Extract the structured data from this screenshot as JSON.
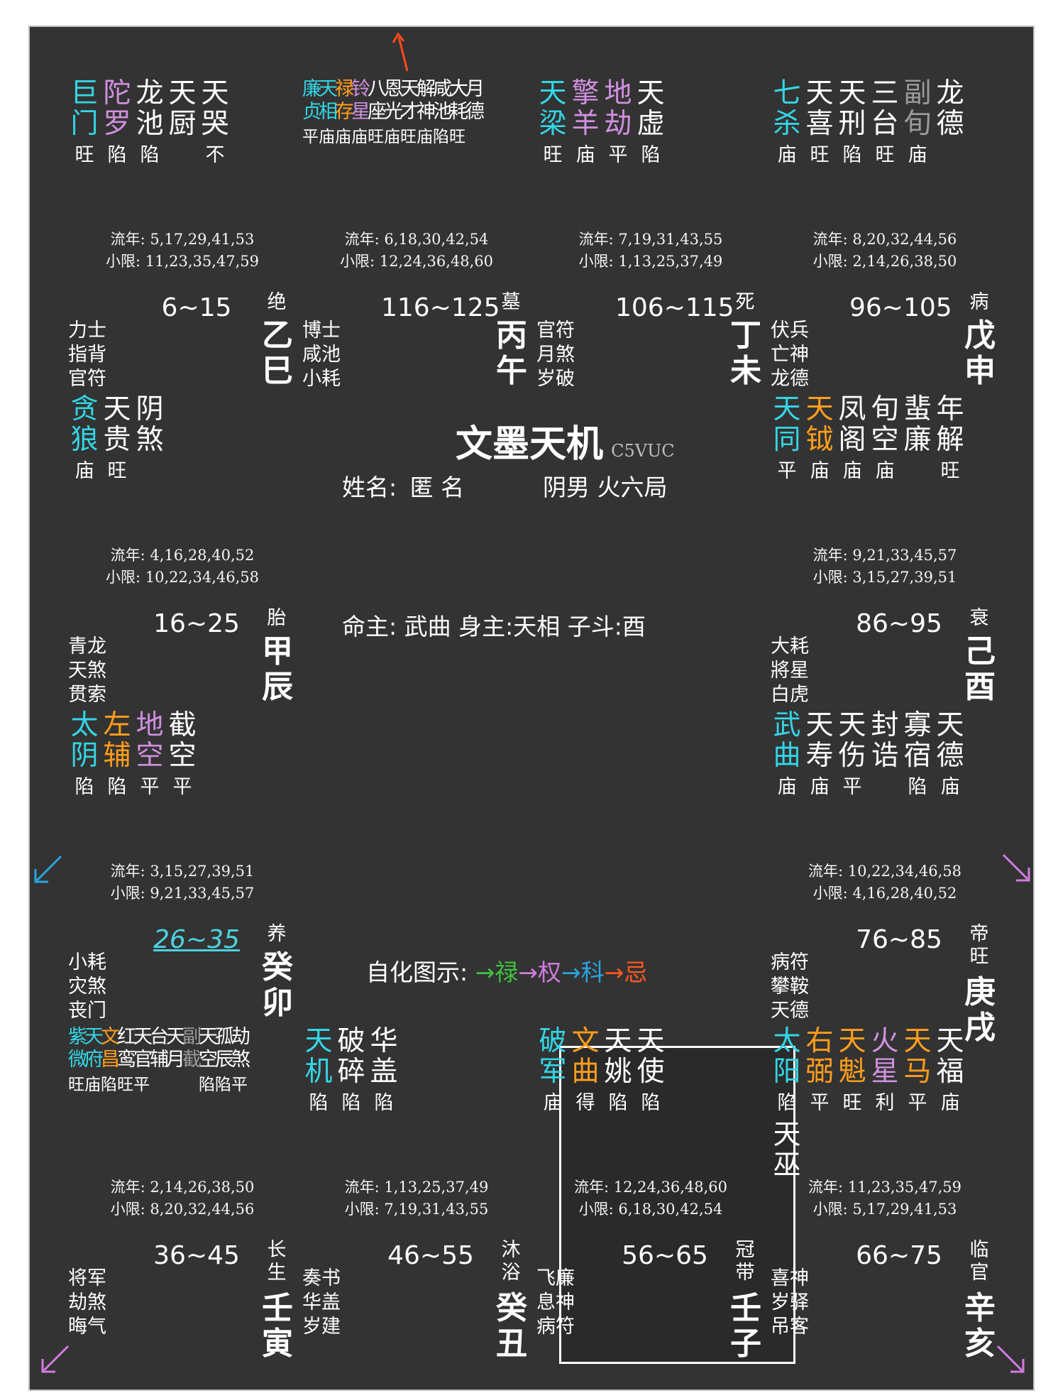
{
  "title": "文墨天机",
  "watermark": "C5VUC",
  "name_label": "姓名:",
  "name_value": "匿 名",
  "gender_bureau": "阴男 火六局",
  "master_line": "命主: 武曲 身主:天相 子斗:酉",
  "sihua_label": "自化图示:",
  "sihua_items": [
    {
      "text": "→禄",
      "color": "#3fc23f"
    },
    {
      "text": "→权",
      "color": "#d07ce0"
    },
    {
      "text": "→科",
      "color": "#2aa4e0"
    },
    {
      "text": "→忌",
      "color": "#ff5722"
    }
  ],
  "palaces": [
    {
      "id": "si",
      "stars": [
        {
          "name": "巨门",
          "color": "#33d6e6",
          "brightness": "旺"
        },
        {
          "name": "陀罗",
          "color": "#d090e0",
          "brightness": "陷"
        },
        {
          "name": "龙池",
          "color": "#ffffff",
          "brightness": "陷"
        },
        {
          "name": "天厨",
          "color": "#ffffff",
          "brightness": ""
        },
        {
          "name": "天哭",
          "color": "#ffffff",
          "brightness": "不"
        }
      ],
      "liunian": "流年: 5,17,29,41,53",
      "xiaoxian": "小限: 11,23,35,47,59",
      "range": "6~15",
      "stage": "绝",
      "stem": "乙",
      "branch": "巳",
      "gods": [
        "力士",
        "指背",
        "官符"
      ]
    },
    {
      "id": "wu",
      "compact": true,
      "stars": [
        {
          "name": "廉贞",
          "color": "#33d6e6",
          "brightness": "平"
        },
        {
          "name": "天相",
          "color": "#33d6e6",
          "brightness": "庙"
        },
        {
          "name": "禄存",
          "color": "#ff9e1b",
          "brightness": "庙"
        },
        {
          "name": "铃星",
          "color": "#d090e0",
          "brightness": "庙"
        },
        {
          "name": "八座",
          "color": "#ffffff",
          "brightness": "旺"
        },
        {
          "name": "恩光",
          "color": "#ffffff",
          "brightness": "庙"
        },
        {
          "name": "天才",
          "color": "#ffffff",
          "brightness": "旺"
        },
        {
          "name": "解神",
          "color": "#ffffff",
          "brightness": "庙"
        },
        {
          "name": "咸池",
          "color": "#ffffff",
          "brightness": "陷"
        },
        {
          "name": "大耗",
          "color": "#ffffff",
          "brightness": "旺"
        },
        {
          "name": "月德",
          "color": "#ffffff",
          "brightness": ""
        }
      ],
      "liunian": "流年: 6,18,30,42,54",
      "xiaoxian": "小限: 12,24,36,48,60",
      "range": "116~125",
      "stage": "墓",
      "stem": "丙",
      "branch": "午",
      "gods": [
        "博士",
        "咸池",
        "小耗"
      ]
    },
    {
      "id": "wei",
      "stars": [
        {
          "name": "天梁",
          "color": "#33d6e6",
          "brightness": "旺"
        },
        {
          "name": "擎羊",
          "color": "#d090e0",
          "brightness": "庙"
        },
        {
          "name": "地劫",
          "color": "#d090e0",
          "brightness": "平"
        },
        {
          "name": "天虚",
          "color": "#ffffff",
          "brightness": "陷"
        }
      ],
      "liunian": "流年: 7,19,31,43,55",
      "xiaoxian": "小限: 1,13,25,37,49",
      "range": "106~115",
      "stage": "死",
      "stem": "丁",
      "branch": "未",
      "gods": [
        "官符",
        "月煞",
        "岁破"
      ]
    },
    {
      "id": "shen",
      "stars": [
        {
          "name": "七杀",
          "color": "#33d6e6",
          "brightness": "庙"
        },
        {
          "name": "天喜",
          "color": "#ffffff",
          "brightness": "旺"
        },
        {
          "name": "天刑",
          "color": "#ffffff",
          "brightness": "陷"
        },
        {
          "name": "三台",
          "color": "#ffffff",
          "brightness": "旺"
        },
        {
          "name": "副旬",
          "color": "#9a9a9a",
          "brightness": "庙"
        },
        {
          "name": "龙德",
          "color": "#ffffff",
          "brightness": ""
        }
      ],
      "liunian": "流年: 8,20,32,44,56",
      "xiaoxian": "小限: 2,14,26,38,50",
      "range": "96~105",
      "stage": "病",
      "stem": "戊",
      "branch": "申",
      "gods": [
        "伏兵",
        "亡神",
        "龙德"
      ]
    },
    {
      "id": "chen",
      "stars": [
        {
          "name": "贪狼",
          "color": "#33d6e6",
          "brightness": "庙"
        },
        {
          "name": "天贵",
          "color": "#ffffff",
          "brightness": "旺"
        },
        {
          "name": "阴煞",
          "color": "#ffffff",
          "brightness": ""
        }
      ],
      "liunian": "流年: 4,16,28,40,52",
      "xiaoxian": "小限: 10,22,34,46,58",
      "range": "16~25",
      "stage": "胎",
      "stem": "甲",
      "branch": "辰",
      "gods": [
        "青龙",
        "天煞",
        "贯索"
      ]
    },
    {
      "id": "you",
      "stars": [
        {
          "name": "天同",
          "color": "#33d6e6",
          "brightness": "平"
        },
        {
          "name": "天钺",
          "color": "#ff9e1b",
          "brightness": "庙"
        },
        {
          "name": "凤阁",
          "color": "#ffffff",
          "brightness": "庙"
        },
        {
          "name": "旬空",
          "color": "#ffffff",
          "brightness": "庙"
        },
        {
          "name": "蜚廉",
          "color": "#ffffff",
          "brightness": ""
        },
        {
          "name": "年解",
          "color": "#ffffff",
          "brightness": "旺"
        }
      ],
      "liunian": "流年: 9,21,33,45,57",
      "xiaoxian": "小限: 3,15,27,39,51",
      "range": "86~95",
      "stage": "衰",
      "stem": "己",
      "branch": "酉",
      "gods": [
        "大耗",
        "將星",
        "白虎"
      ]
    },
    {
      "id": "mao",
      "stars": [
        {
          "name": "太阴",
          "color": "#33d6e6",
          "brightness": "陷"
        },
        {
          "name": "左辅",
          "color": "#ff9e1b",
          "brightness": "陷"
        },
        {
          "name": "地空",
          "color": "#d090e0",
          "brightness": "平"
        },
        {
          "name": "截空",
          "color": "#ffffff",
          "brightness": "平"
        }
      ],
      "liunian": "流年: 3,15,27,39,51",
      "xiaoxian": "小限: 9,21,33,45,57",
      "range": "26~35",
      "stage": "养",
      "stem": "癸",
      "branch": "卯",
      "gods": [
        "小耗",
        "灾煞",
        "丧门"
      ]
    },
    {
      "id": "xu",
      "stars": [
        {
          "name": "武曲",
          "color": "#33d6e6",
          "brightness": "庙"
        },
        {
          "name": "天寿",
          "color": "#ffffff",
          "brightness": "庙"
        },
        {
          "name": "天伤",
          "color": "#ffffff",
          "brightness": "平"
        },
        {
          "name": "封诰",
          "color": "#ffffff",
          "brightness": ""
        },
        {
          "name": "寡宿",
          "color": "#ffffff",
          "brightness": "陷"
        },
        {
          "name": "天德",
          "color": "#ffffff",
          "brightness": "庙"
        }
      ],
      "liunian": "流年: 10,22,34,46,58",
      "xiaoxian": "小限: 4,16,28,40,52",
      "range": "76~85",
      "stage": "帝旺",
      "stem": "庚",
      "branch": "戌",
      "gods": [
        "病符",
        "攀鞍",
        "天德"
      ]
    },
    {
      "id": "yin",
      "compact": true,
      "stars": [
        {
          "name": "紫微",
          "color": "#33d6e6",
          "brightness": "旺"
        },
        {
          "name": "天府",
          "color": "#33d6e6",
          "brightness": "庙"
        },
        {
          "name": "文昌",
          "color": "#ff9e1b",
          "brightness": "陷"
        },
        {
          "name": "红鸾",
          "color": "#ffffff",
          "brightness": "旺"
        },
        {
          "name": "天官",
          "color": "#ffffff",
          "brightness": "平"
        },
        {
          "name": "台辅",
          "color": "#ffffff",
          "brightness": ""
        },
        {
          "name": "天月",
          "color": "#ffffff",
          "brightness": ""
        },
        {
          "name": "副截",
          "color": "#9a9a9a",
          "brightness": ""
        },
        {
          "name": "天空",
          "color": "#ffffff",
          "brightness": "陷"
        },
        {
          "name": "孤辰",
          "color": "#ffffff",
          "brightness": "陷"
        },
        {
          "name": "劫煞",
          "color": "#ffffff",
          "brightness": "平"
        }
      ],
      "liunian": "流年: 2,14,26,38,50",
      "xiaoxian": "小限: 8,20,32,44,56",
      "range": "36~45",
      "stage": "长生",
      "stem": "壬",
      "branch": "寅",
      "gods": [
        "将军",
        "劫煞",
        "晦气"
      ]
    },
    {
      "id": "chou",
      "stars": [
        {
          "name": "天机",
          "color": "#33d6e6",
          "brightness": "陷"
        },
        {
          "name": "破碎",
          "color": "#ffffff",
          "brightness": "陷"
        },
        {
          "name": "华盖",
          "color": "#ffffff",
          "brightness": "陷"
        }
      ],
      "liunian": "流年: 1,13,25,37,49",
      "xiaoxian": "小限: 7,19,31,43,55",
      "range": "46~55",
      "stage": "沐浴",
      "stem": "癸",
      "branch": "丑",
      "gods": [
        "奏书",
        "华盖",
        "岁建"
      ]
    },
    {
      "id": "zi",
      "stars": [
        {
          "name": "破军",
          "color": "#33d6e6",
          "brightness": "庙"
        },
        {
          "name": "文曲",
          "color": "#ff9e1b",
          "brightness": "得"
        },
        {
          "name": "天姚",
          "color": "#ffffff",
          "brightness": "陷"
        },
        {
          "name": "天使",
          "color": "#ffffff",
          "brightness": "陷"
        }
      ],
      "liunian": "流年: 12,24,36,48,60",
      "xiaoxian": "小限: 6,18,30,42,54",
      "range": "56~65",
      "stage": "冠带",
      "stem": "壬",
      "branch": "子",
      "gods": [
        "飞廉",
        "息神",
        "病符"
      ]
    },
    {
      "id": "hai",
      "stars": [
        {
          "name": "太阳",
          "color": "#33d6e6",
          "brightness": "陷"
        },
        {
          "name": "右弼",
          "color": "#ff9e1b",
          "brightness": "平"
        },
        {
          "name": "天魁",
          "color": "#ff9e1b",
          "brightness": "旺"
        },
        {
          "name": "火星",
          "color": "#d090e0",
          "brightness": "利"
        },
        {
          "name": "天马",
          "color": "#ff9e1b",
          "brightness": "平"
        },
        {
          "name": "天福",
          "color": "#ffffff",
          "brightness": "庙"
        },
        {
          "name": "天巫",
          "color": "#ffffff",
          "brightness": ""
        }
      ],
      "liunian": "流年: 11,23,35,47,59",
      "xiaoxian": "小限: 5,17,29,41,53",
      "range": "66~75",
      "stage": "临官",
      "stem": "辛",
      "branch": "亥",
      "gods": [
        "喜神",
        "岁驿",
        "吊客"
      ]
    }
  ],
  "arrow_colors": {
    "top": "#ff4a1a",
    "left": "#2aa4e0",
    "right": "#d07ce0",
    "bottom_left": "#d07ce0",
    "bottom_right": "#d07ce0"
  }
}
